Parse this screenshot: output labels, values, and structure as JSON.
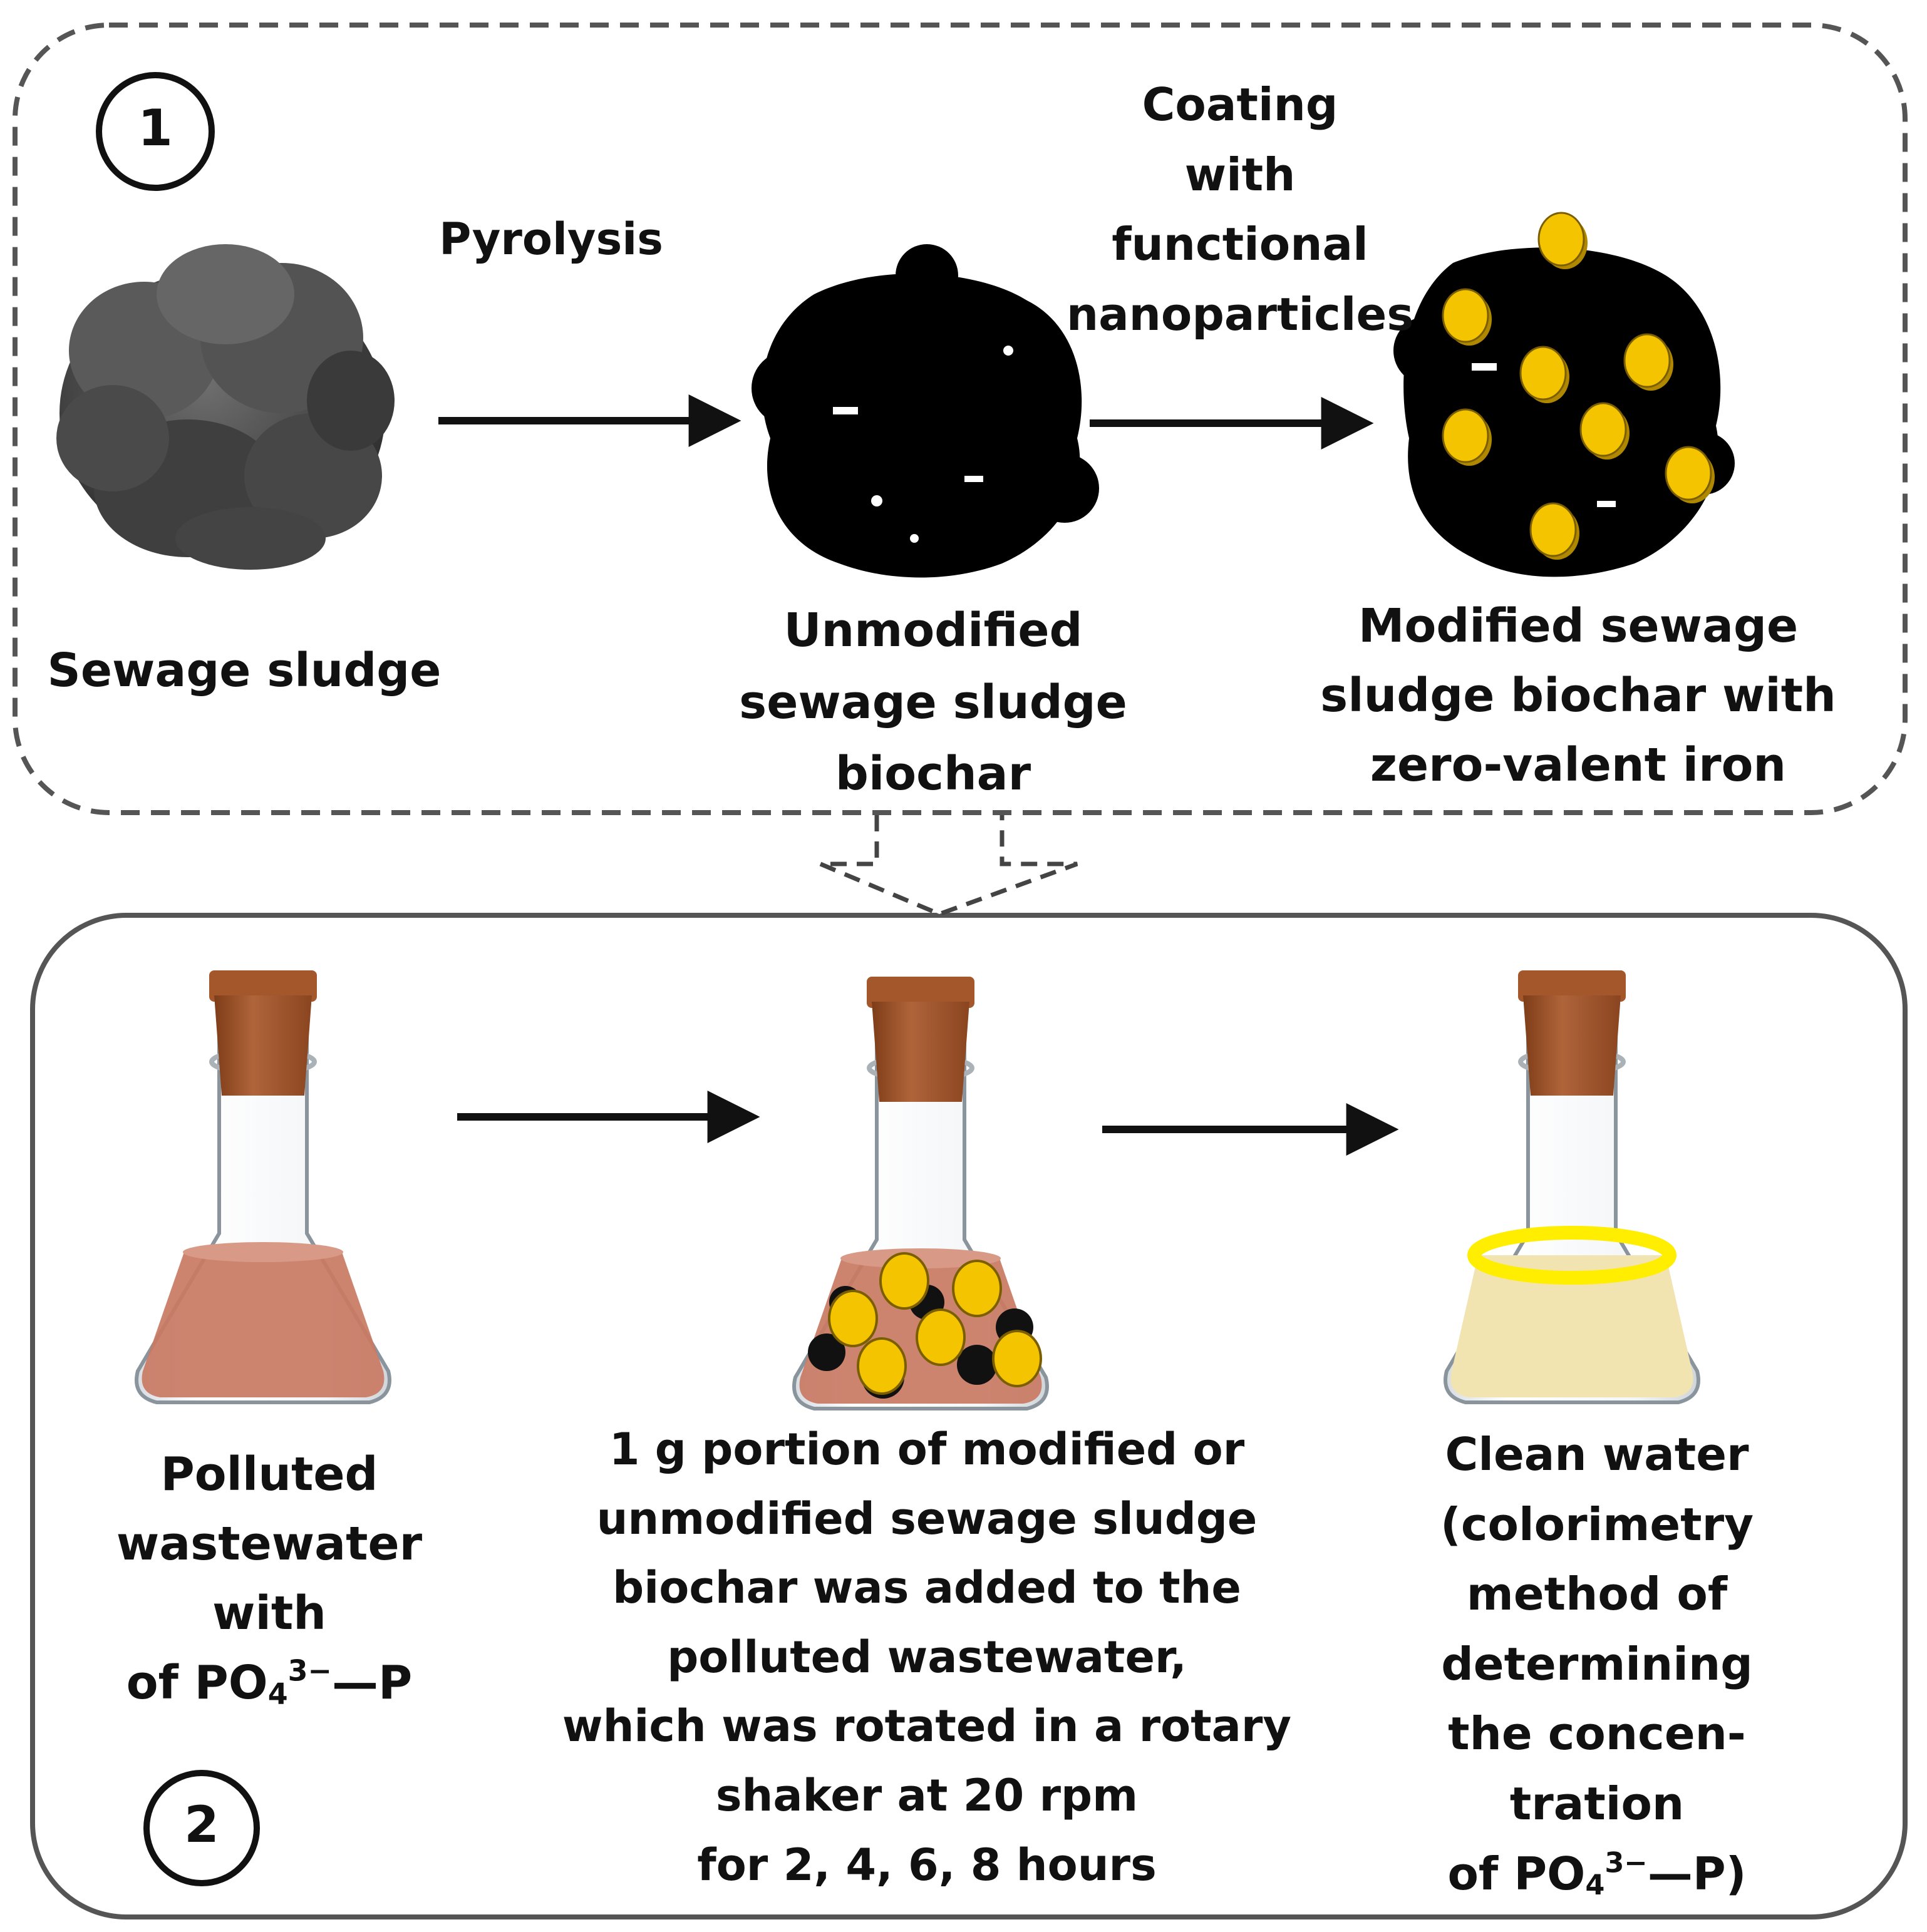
{
  "step_numbers": {
    "first": "1",
    "second": "2"
  },
  "stage1": {
    "pyrolysis": "Pyrolysis",
    "coating": [
      "Coating",
      "with",
      "functional",
      "nanoparticles"
    ],
    "sewage_sludge": "Sewage sludge",
    "unmodified": [
      "Unmodified",
      "sewage sludge",
      "biochar"
    ],
    "modified": [
      "Modified sewage",
      "sludge biochar with",
      "zero-valent iron"
    ]
  },
  "stage2": {
    "polluted": {
      "lines": [
        "Polluted",
        "wastewater",
        "with"
      ],
      "formula": {
        "prefix": "of PO",
        "sub": "4",
        "sup": "3−",
        "suffix": "—P"
      }
    },
    "portion": [
      "1 g portion of modified or",
      "unmodified sewage sludge",
      "biochar was added to the",
      "polluted wastewater,",
      "which was rotated in a rotary",
      "shaker at 20 rpm",
      "for 2, 4, 6, 8 hours"
    ],
    "clean": {
      "lines": [
        "Clean water",
        "(colorimetry",
        "method of",
        "determining",
        "the concen-",
        "tration"
      ],
      "formula": {
        "prefix": "of PO",
        "sub": "4",
        "sup": "3−",
        "suffix": "—P)"
      }
    }
  },
  "colors": {
    "frame": "#555555",
    "particle": "#f5c400",
    "particle_edge": "#b08800",
    "polluted_liquid": "#c97a63",
    "clean_liquid": "#f2e4b0",
    "clean_ring": "#ffee00",
    "cork": "#a4572b"
  }
}
